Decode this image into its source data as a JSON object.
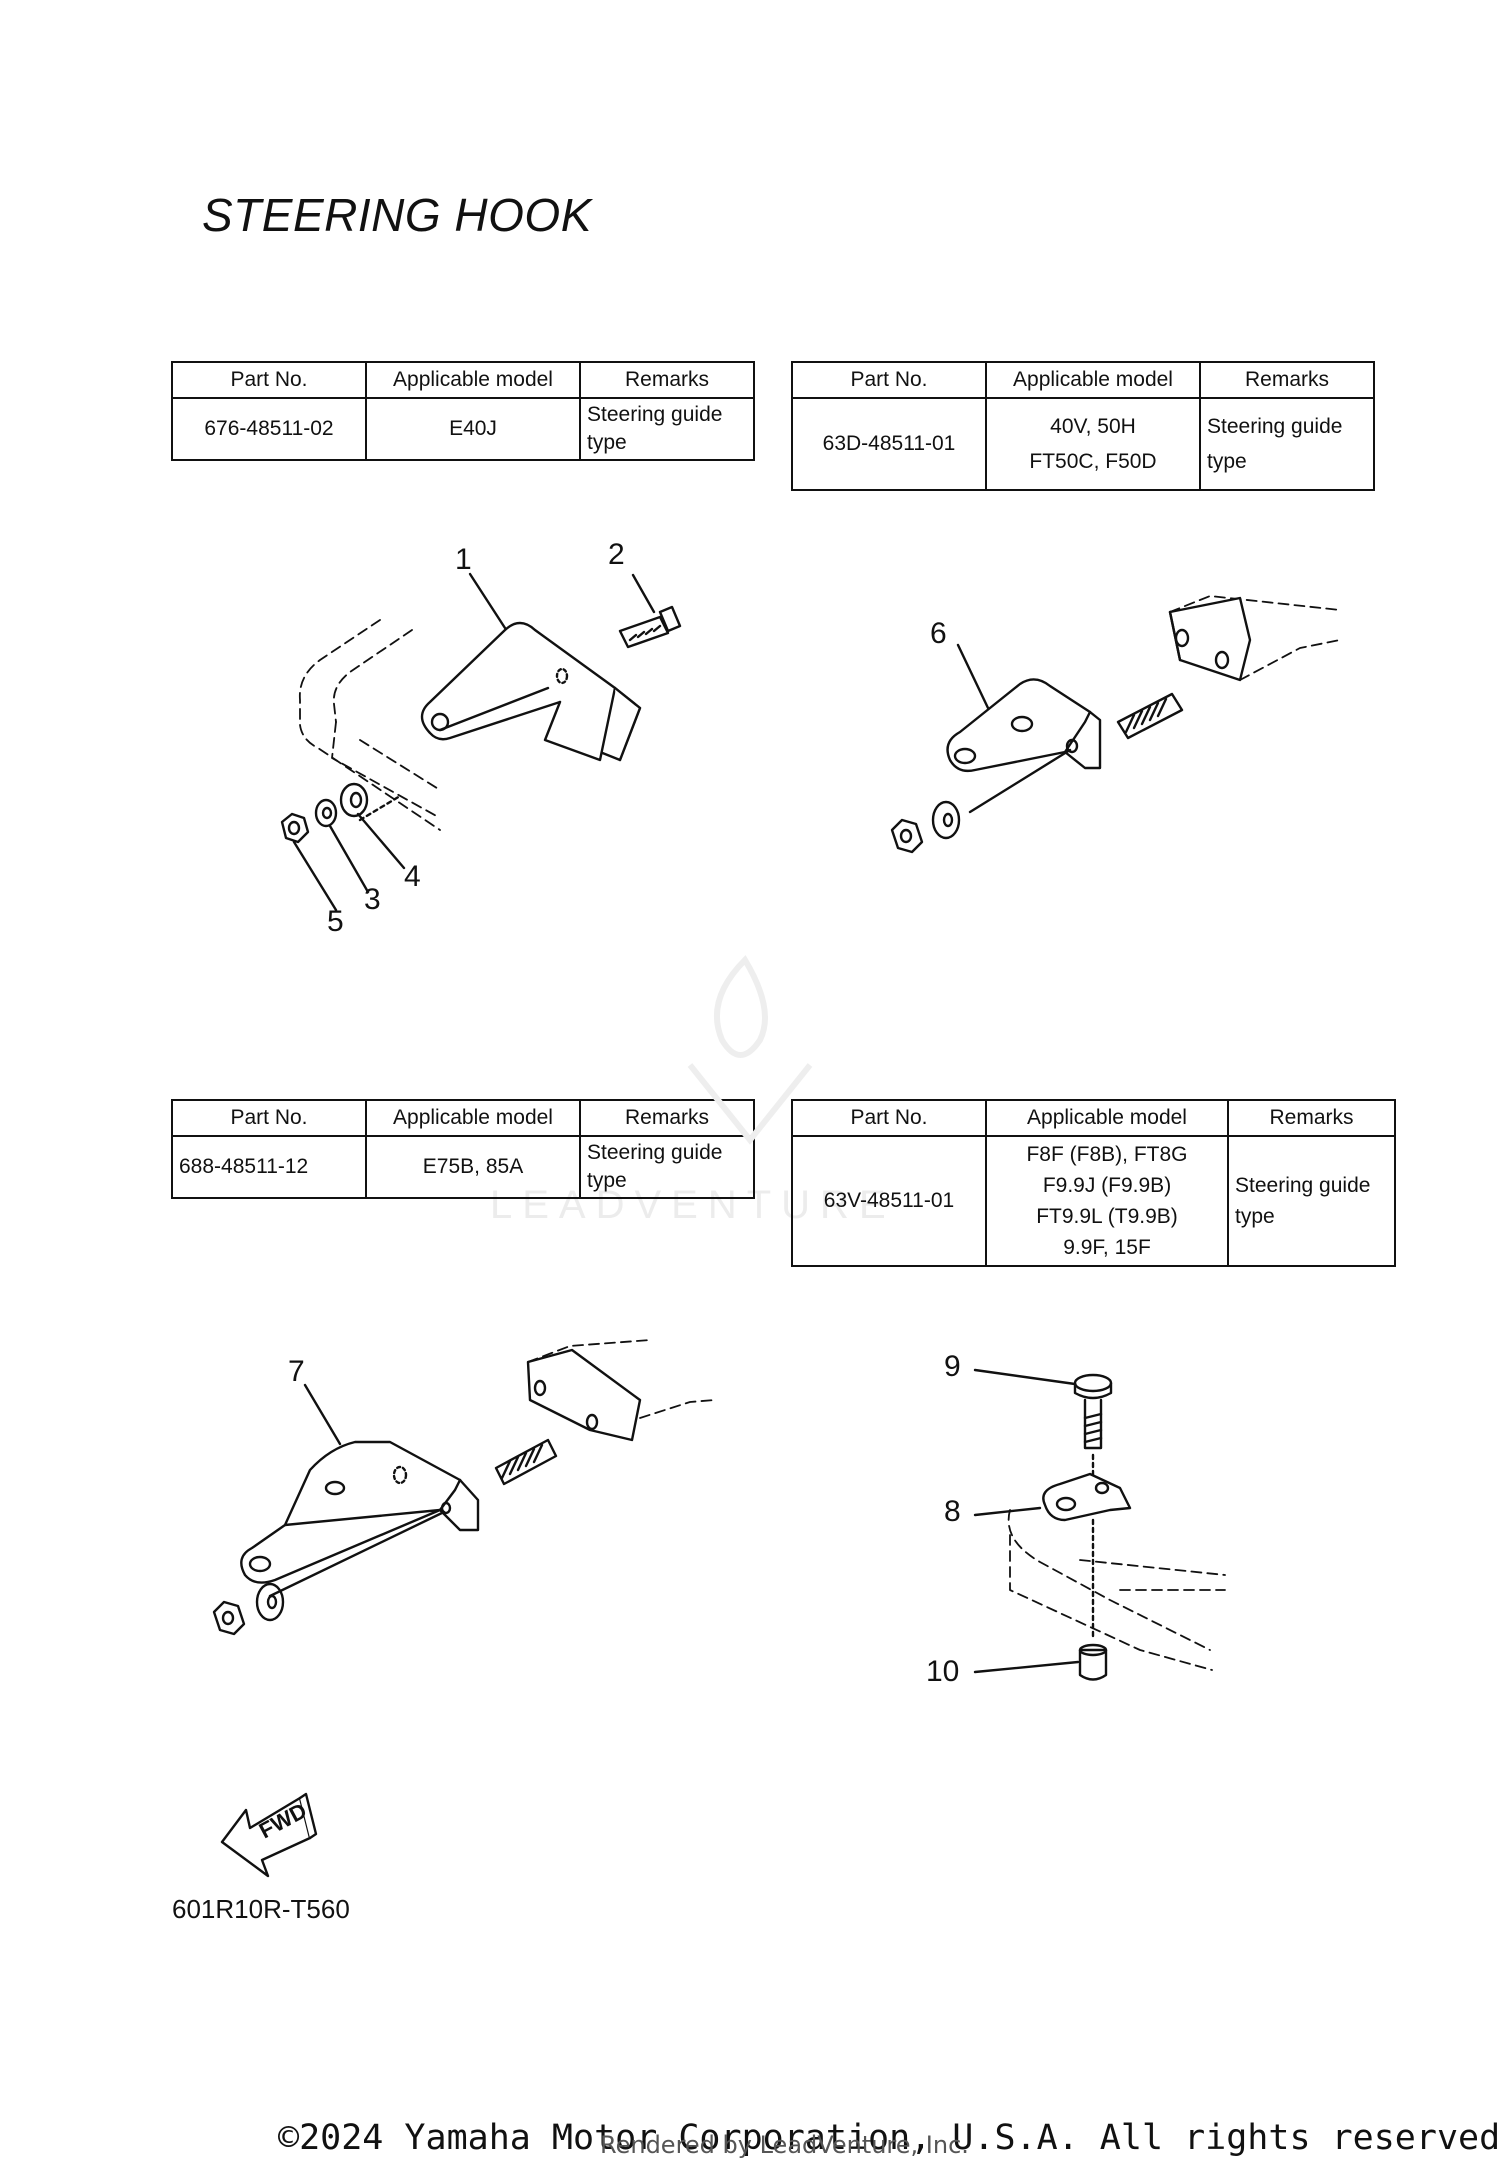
{
  "page_title": "STEERING HOOK",
  "table_headers": {
    "part_no": "Part No.",
    "model": "Applicable model",
    "remarks": "Remarks"
  },
  "tables": [
    {
      "part_no": "676-48511-02",
      "model": "E40J",
      "remarks": "Steering guide\ntype"
    },
    {
      "part_no": "63D-48511-01",
      "model": "40V, 50H\nFT50C, F50D",
      "remarks": "Steering guide\ntype"
    },
    {
      "part_no": "688-48511-12",
      "model": "E75B, 85A",
      "remarks": "Steering guide\ntype"
    },
    {
      "part_no": "63V-48511-01",
      "model": "F8F (F8B), FT8G\nF9.9J (F9.9B)\nFT9.9L (T9.9B)\n9.9F, 15F",
      "remarks": "Steering guide\ntype"
    }
  ],
  "callouts": [
    "1",
    "2",
    "3",
    "4",
    "5",
    "6",
    "7",
    "8",
    "9",
    "10"
  ],
  "fwd_label": "FWD",
  "diagram_code": "601R10R-T560",
  "watermark": "LEADVENTURE",
  "copyright": "©2024 Yamaha Motor Corporation, U.S.A. All rights reserved.",
  "rendered_by": "Rendered by LeadVenture, Inc."
}
